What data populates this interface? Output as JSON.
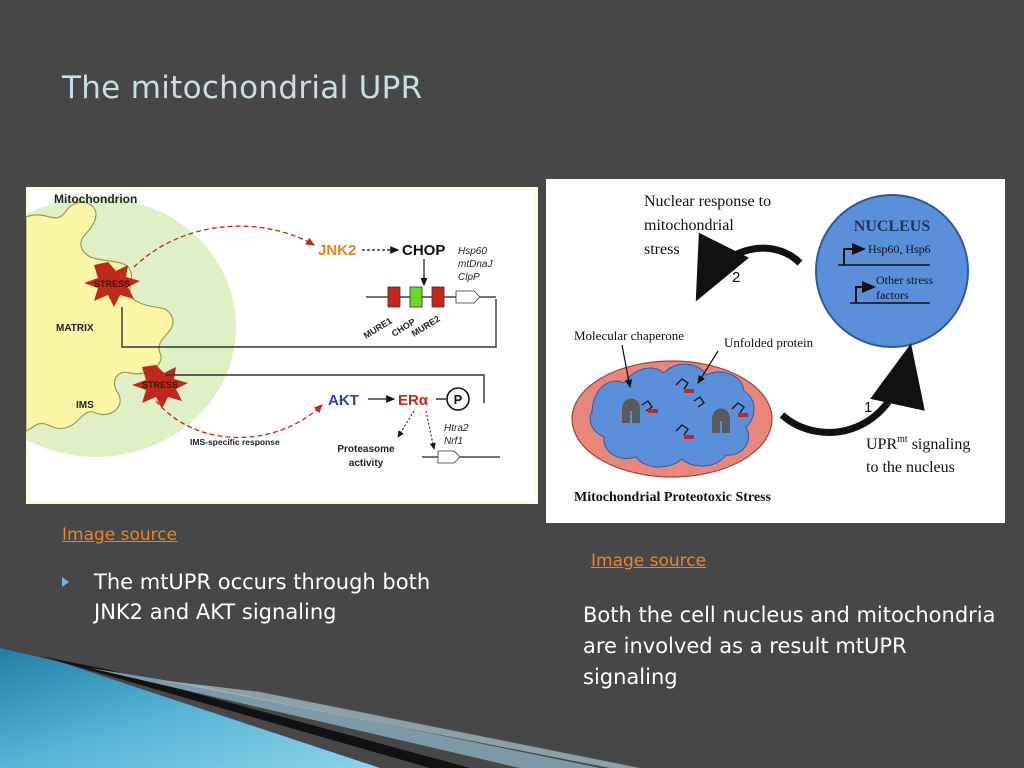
{
  "slide": {
    "title": "The mitochondrial UPR",
    "bullet": "The mtUPR occurs through both JNK2 and AKT signaling",
    "paragraph": "Both the cell nucleus and mitochondria are involved as a result mtUPR signaling"
  },
  "links": {
    "left": "Image source",
    "right": "Image source"
  },
  "figure_left": {
    "heading": "Mitochondrion",
    "matrix": "MATRIX",
    "ims": "IMS",
    "stress_top": "STRESS",
    "stress_bottom": "STRESS",
    "jnk2": "JNK2",
    "chop": "CHOP",
    "genes_top": [
      "Hsp60",
      "mtDnaJ",
      "ClpP"
    ],
    "elements": [
      "MURE1",
      "CHOP",
      "MURE2"
    ],
    "akt": "AKT",
    "er": "ERα",
    "p": "P",
    "genes_bottom": [
      "Htra2",
      "Nrf1"
    ],
    "ims_response": "IMS-specific response",
    "proteasome": [
      "Proteasome",
      "activity"
    ]
  },
  "figure_right": {
    "nuclear_response": [
      "Nuclear response to",
      "mitochondrial",
      "stress"
    ],
    "step2": "2",
    "step1": "1",
    "nucleus": "NUCLEUS",
    "hsp": "Hsp60, Hsp6",
    "other": [
      "Other stress",
      "factors"
    ],
    "chaperone": "Molecular chaperone",
    "unfolded": "Unfolded protein",
    "upr_prefix": "UPR",
    "upr_sup": "mt",
    "upr_suffix": " signaling",
    "upr_line2": "to the nucleus",
    "caption": "Mitochondrial Proteotoxic Stress"
  },
  "colors": {
    "background": "#474747",
    "title": "#c8dde6",
    "link": "#e8882a",
    "stress_red": "#c0281c",
    "jnk_orange": "#e8841e",
    "akt_blue": "#2b3fb8",
    "nucleus_blue": "#5b8fd9"
  }
}
